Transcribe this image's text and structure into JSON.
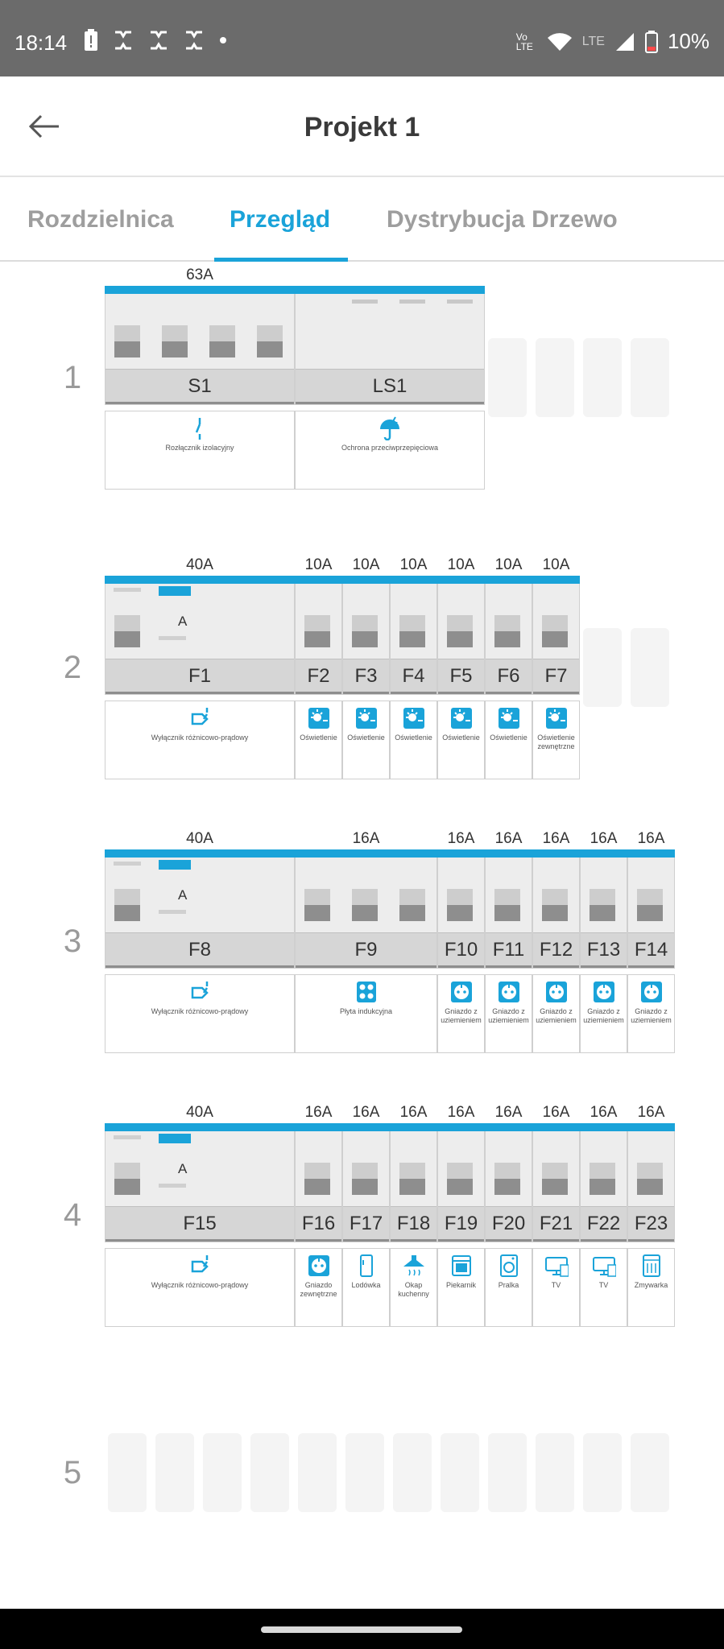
{
  "status_bar": {
    "time": "18:14",
    "battery": "10%",
    "network_volte": "Vo LTE",
    "network_lte": "LTE"
  },
  "app_bar": {
    "title": "Projekt 1",
    "back_icon": "arrow-left-icon"
  },
  "tabs": [
    {
      "label": "Rozdzielnica",
      "active": false
    },
    {
      "label": "Przegląd",
      "active": true
    },
    {
      "label": "Dystrybucja Drzewo",
      "active": false
    }
  ],
  "colors": {
    "accent": "#1aa3d9"
  },
  "rows": [
    {
      "number": "1",
      "modules": [
        {
          "id": "S1",
          "rating": "63A",
          "type": "isolator",
          "description": "Rozłącznik izolacyjny",
          "icon": "isolator-icon"
        },
        {
          "id": "LS1",
          "rating": "",
          "type": "surge",
          "description": "Ochrona przeciwprzepięciowa",
          "icon": "surge-umbrella-icon"
        }
      ]
    },
    {
      "number": "2",
      "modules": [
        {
          "id": "F1",
          "rating": "40A",
          "type": "rcd",
          "rcd_label": "A",
          "description": "Wyłącznik różnicowo-prądowy",
          "icon": "rcd-icon"
        },
        {
          "id": "F2",
          "rating": "10A",
          "description": "Oświetlenie",
          "icon": "lighting-icon"
        },
        {
          "id": "F3",
          "rating": "10A",
          "description": "Oświetlenie",
          "icon": "lighting-icon"
        },
        {
          "id": "F4",
          "rating": "10A",
          "description": "Oświetlenie",
          "icon": "lighting-icon"
        },
        {
          "id": "F5",
          "rating": "10A",
          "description": "Oświetlenie",
          "icon": "lighting-icon"
        },
        {
          "id": "F6",
          "rating": "10A",
          "description": "Oświetlenie",
          "icon": "lighting-icon"
        },
        {
          "id": "F7",
          "rating": "10A",
          "description": "Oświetlenie zewnętrzne",
          "icon": "lighting-icon"
        }
      ]
    },
    {
      "number": "3",
      "modules": [
        {
          "id": "F8",
          "rating": "40A",
          "type": "rcd",
          "rcd_label": "A",
          "description": "Wyłącznik różnicowo-prądowy",
          "icon": "rcd-icon"
        },
        {
          "id": "F9",
          "rating": "16A",
          "description": "Płyta indukcyjna",
          "icon": "induction-hob-icon"
        },
        {
          "id": "F10",
          "rating": "16A",
          "description": "Gniazdo z uziemieniem",
          "icon": "socket-icon"
        },
        {
          "id": "F11",
          "rating": "16A",
          "description": "Gniazdo z uziemieniem",
          "icon": "socket-icon"
        },
        {
          "id": "F12",
          "rating": "16A",
          "description": "Gniazdo z uziemieniem",
          "icon": "socket-icon"
        },
        {
          "id": "F13",
          "rating": "16A",
          "description": "Gniazdo z uziemieniem",
          "icon": "socket-icon"
        },
        {
          "id": "F14",
          "rating": "16A",
          "description": "Gniazdo z uziemieniem",
          "icon": "socket-icon"
        }
      ]
    },
    {
      "number": "4",
      "modules": [
        {
          "id": "F15",
          "rating": "40A",
          "type": "rcd",
          "rcd_label": "A",
          "description": "Wyłącznik różnicowo-prądowy",
          "icon": "rcd-icon"
        },
        {
          "id": "F16",
          "rating": "16A",
          "description": "Gniazdo zewnętrzne",
          "icon": "socket-icon"
        },
        {
          "id": "F17",
          "rating": "16A",
          "description": "Lodówka",
          "icon": "fridge-icon"
        },
        {
          "id": "F18",
          "rating": "16A",
          "description": "Okap kuchenny",
          "icon": "hood-icon"
        },
        {
          "id": "F19",
          "rating": "16A",
          "description": "Piekarnik",
          "icon": "oven-icon"
        },
        {
          "id": "F20",
          "rating": "16A",
          "description": "Pralka",
          "icon": "washer-icon"
        },
        {
          "id": "F21",
          "rating": "16A",
          "description": "TV",
          "icon": "tv-icon"
        },
        {
          "id": "F22",
          "rating": "16A",
          "description": "TV",
          "icon": "tv-icon"
        },
        {
          "id": "F23",
          "rating": "16A",
          "description": "Zmywarka",
          "icon": "dishwasher-icon"
        }
      ]
    },
    {
      "number": "5",
      "modules": []
    }
  ]
}
